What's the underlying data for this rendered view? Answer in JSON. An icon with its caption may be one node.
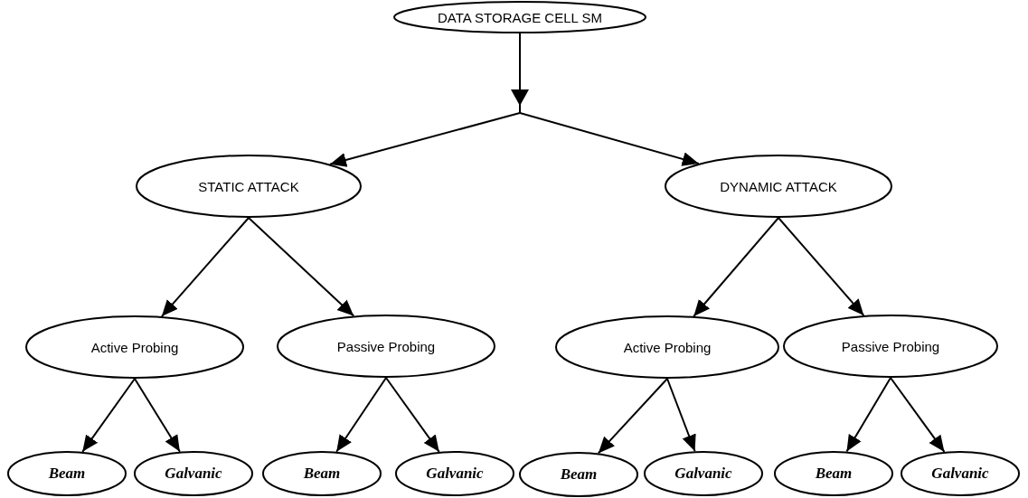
{
  "diagram": {
    "nodes": [
      {
        "text": [
          "DATA STORAGE CELL SM"
        ]
      },
      {
        "text": [
          "STATIC ATTACK"
        ]
      },
      {
        "text": [
          "DYNAMIC ATTACK"
        ]
      },
      {
        "text": [
          "Active Probing"
        ]
      },
      {
        "text": [
          "Passive Probing"
        ]
      },
      {
        "text": [
          "Active Probing"
        ]
      },
      {
        "text": [
          "Passive Probing"
        ]
      },
      {
        "text": [
          "Beam"
        ]
      },
      {
        "text": [
          "Galvanic"
        ]
      },
      {
        "text": [
          "Beam"
        ]
      },
      {
        "text": [
          "Galvanic"
        ]
      },
      {
        "text": [
          "Beam"
        ]
      },
      {
        "text": [
          "Galvanic"
        ]
      },
      {
        "text": [
          "Beam"
        ]
      },
      {
        "text": [
          "Galvanic"
        ]
      }
    ],
    "edges": [
      {
        "from": 0,
        "to": 1,
        "arrow": "to"
      },
      {
        "from": 0,
        "to": 2,
        "arrow": "to"
      },
      {
        "from": 1,
        "to": 3,
        "arrow": "to"
      },
      {
        "from": 1,
        "to": 4,
        "arrow": "to"
      },
      {
        "from": 2,
        "to": 5,
        "arrow": "to"
      },
      {
        "from": 2,
        "to": 6,
        "arrow": "to"
      },
      {
        "from": 3,
        "to": 7,
        "arrow": "to"
      },
      {
        "from": 3,
        "to": 8,
        "arrow": "to"
      },
      {
        "from": 4,
        "to": 9,
        "arrow": "to"
      },
      {
        "from": 4,
        "to": 10,
        "arrow": "to"
      },
      {
        "from": 5,
        "to": 11,
        "arrow": "to"
      },
      {
        "from": 5,
        "to": 12,
        "arrow": "to"
      },
      {
        "from": 6,
        "to": 13,
        "arrow": "to"
      },
      {
        "from": 6,
        "to": 14,
        "arrow": "to"
      }
    ]
  }
}
